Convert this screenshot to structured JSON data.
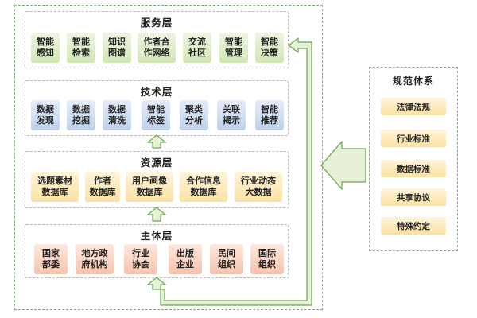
{
  "layers": {
    "service": {
      "title": "服务层",
      "items": [
        "智能\n感知",
        "智能\n检索",
        "知识\n图谱",
        "作者合\n作网络",
        "交流\n社区",
        "智能\n管理",
        "智能\n决策"
      ]
    },
    "technology": {
      "title": "技术层",
      "items": [
        "数据\n发现",
        "数据\n挖掘",
        "数据\n清洗",
        "智能\n标签",
        "聚类\n分析",
        "关联\n揭示",
        "智能\n推荐"
      ]
    },
    "resource": {
      "title": "资源层",
      "items": [
        "选题素材\n数据库",
        "作者\n数据库",
        "用户画像\n数据库",
        "合作信息\n数据库",
        "行业动态\n大数据"
      ]
    },
    "subject": {
      "title": "主体层",
      "items": [
        "国家\n部委",
        "地方政\n府机构",
        "行业\n协会",
        "出版\n企业",
        "民间\n组织",
        "国际\n组织"
      ]
    }
  },
  "norms": {
    "title": "规范体系",
    "items": [
      "法律法规",
      "行业标准",
      "数据标准",
      "共享协议",
      "特殊约定"
    ]
  },
  "colors": {
    "arrow_fill": "#e6f1d8",
    "arrow_stroke": "#6aa84f",
    "service_box": "#d2e6b4",
    "technology_box": "#bdd1ec",
    "resource_box": "#fbe1a2",
    "subject_box": "#f6c3ad"
  }
}
